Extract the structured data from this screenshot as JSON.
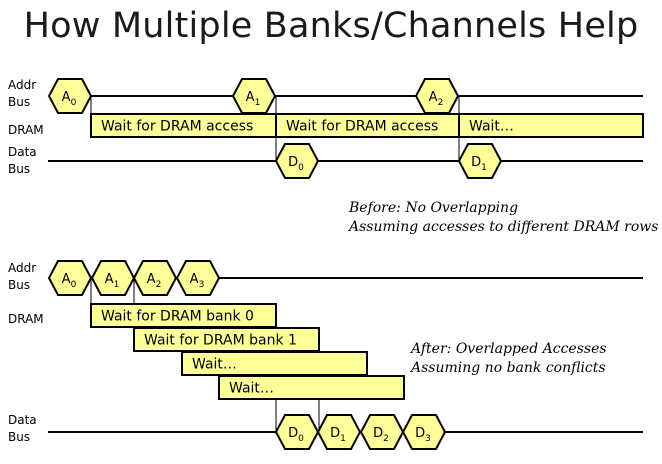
{
  "title": "How Multiple Banks/Channels Help",
  "colors": {
    "fill": "#ffff99",
    "stroke": "#000000"
  },
  "before": {
    "row_labels": {
      "addr": [
        "Addr",
        "Bus"
      ],
      "dram": [
        "DRAM"
      ],
      "data": [
        "Data",
        "Bus"
      ]
    },
    "addr_tokens": [
      {
        "base": "A",
        "sub": "0"
      },
      {
        "base": "A",
        "sub": "1"
      },
      {
        "base": "A",
        "sub": "2"
      }
    ],
    "dram_bars": [
      "Wait for DRAM access",
      "Wait for DRAM access",
      "Wait…"
    ],
    "data_tokens": [
      {
        "base": "D",
        "sub": "0"
      },
      {
        "base": "D",
        "sub": "1"
      }
    ],
    "caption": [
      "Before: No Overlapping",
      "Assuming accesses to different DRAM rows"
    ]
  },
  "after": {
    "row_labels": {
      "addr": [
        "Addr",
        "Bus"
      ],
      "dram": [
        "DRAM"
      ],
      "data": [
        "Data",
        "Bus"
      ]
    },
    "addr_tokens": [
      {
        "base": "A",
        "sub": "0"
      },
      {
        "base": "A",
        "sub": "1"
      },
      {
        "base": "A",
        "sub": "2"
      },
      {
        "base": "A",
        "sub": "3"
      }
    ],
    "dram_bars": [
      "Wait for DRAM bank 0",
      "Wait for DRAM bank 1",
      "Wait…",
      "Wait…"
    ],
    "data_tokens": [
      {
        "base": "D",
        "sub": "0"
      },
      {
        "base": "D",
        "sub": "1"
      },
      {
        "base": "D",
        "sub": "2"
      },
      {
        "base": "D",
        "sub": "3"
      }
    ],
    "caption": [
      "After: Overlapped Accesses",
      "Assuming no bank conflicts"
    ]
  }
}
